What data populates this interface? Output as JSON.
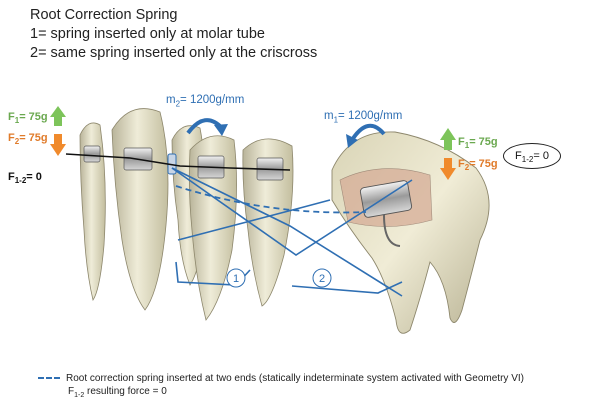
{
  "title": {
    "line1": "Root Correction Spring",
    "line2": "1= spring inserted only at molar tube",
    "line3": "2= same spring inserted only at the criscross"
  },
  "labels": {
    "left_f1": "F",
    "left_f1_sub": "1",
    "left_f1_val": "= 75g",
    "left_f2": "F",
    "left_f2_sub": "2",
    "left_f2_val": "= 75g",
    "left_f12": "F",
    "left_f12_sub": "1-2",
    "left_f12_val": "= 0",
    "m2": "m",
    "m2_sub": "2",
    "m2_val": "= 1200g/mm",
    "m1": "m",
    "m1_sub": "1",
    "m1_val": "= 1200g/mm",
    "right_f1": "F",
    "right_f1_sub": "1",
    "right_f1_val": "= 75g",
    "right_f2": "F",
    "right_f2_sub": "2",
    "right_f2_val": "= 75g",
    "oval_f": "F",
    "oval_sub": "1-2",
    "oval_val": "= 0",
    "circle1": "1",
    "circle2": "2"
  },
  "legend": {
    "line1": "Root correction spring inserted at two ends (statically indeterminate system activated with Geometry VI)",
    "line2_f": "F",
    "line2_sub": "1-2",
    "line2_rest": " resulting force = 0"
  },
  "colors": {
    "green_arrow": "#7dc45a",
    "orange_arrow": "#f08a2c",
    "blue": "#2f6fb3",
    "tooth": "#e8e4cf"
  }
}
